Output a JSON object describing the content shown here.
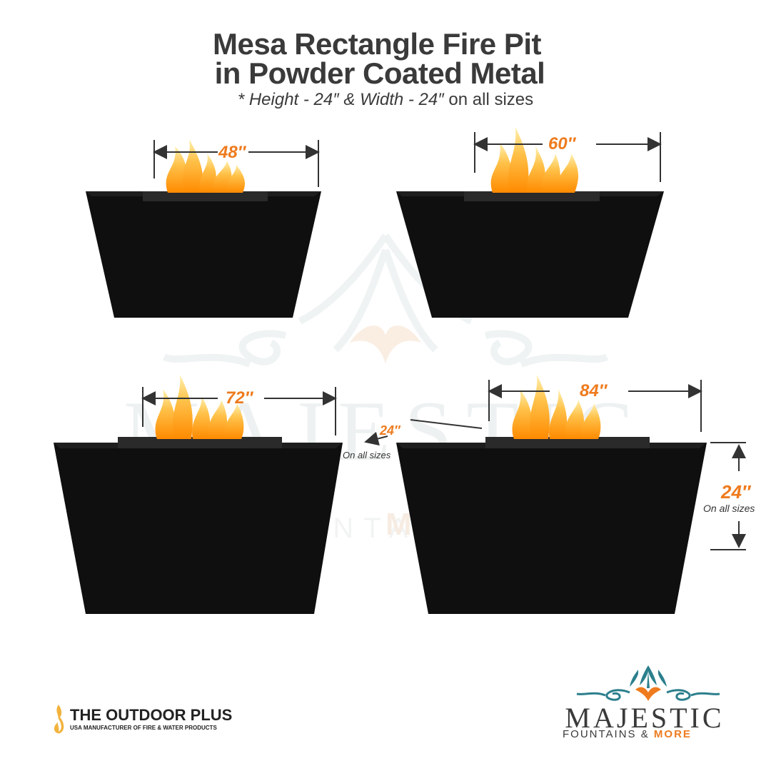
{
  "title_line1": "Mesa Rectangle Fire Pit",
  "title_line2": "in Powder Coated Metal",
  "subtitle_main": "* Height - 24″ & Width - 24″",
  "subtitle_tail": " on all sizes",
  "watermark": {
    "main": "MAJESTIC",
    "sub": "MORE",
    "sub2": "FOUNTAINS"
  },
  "pits": [
    {
      "width_label": "48″"
    },
    {
      "width_label": "60″"
    },
    {
      "width_label": "72″"
    },
    {
      "width_label": "84″"
    }
  ],
  "depth": {
    "label": "24″",
    "note": "On all sizes"
  },
  "height": {
    "label": "24″",
    "note": "On all sizes"
  },
  "brand_left": {
    "name": "THE OUTDOOR PLUS",
    "tagline": "USA MANUFACTURER OF FIRE & WATER PRODUCTS"
  },
  "brand_right": {
    "name": "MAJESTIC",
    "tag_main": "FOUNTAINS & ",
    "tag_more": "MORE"
  },
  "colors": {
    "accent": "#ee7b1e",
    "pit": "#0f0f0f",
    "text": "#3a3a3a",
    "teal": "#2b7f8c"
  }
}
